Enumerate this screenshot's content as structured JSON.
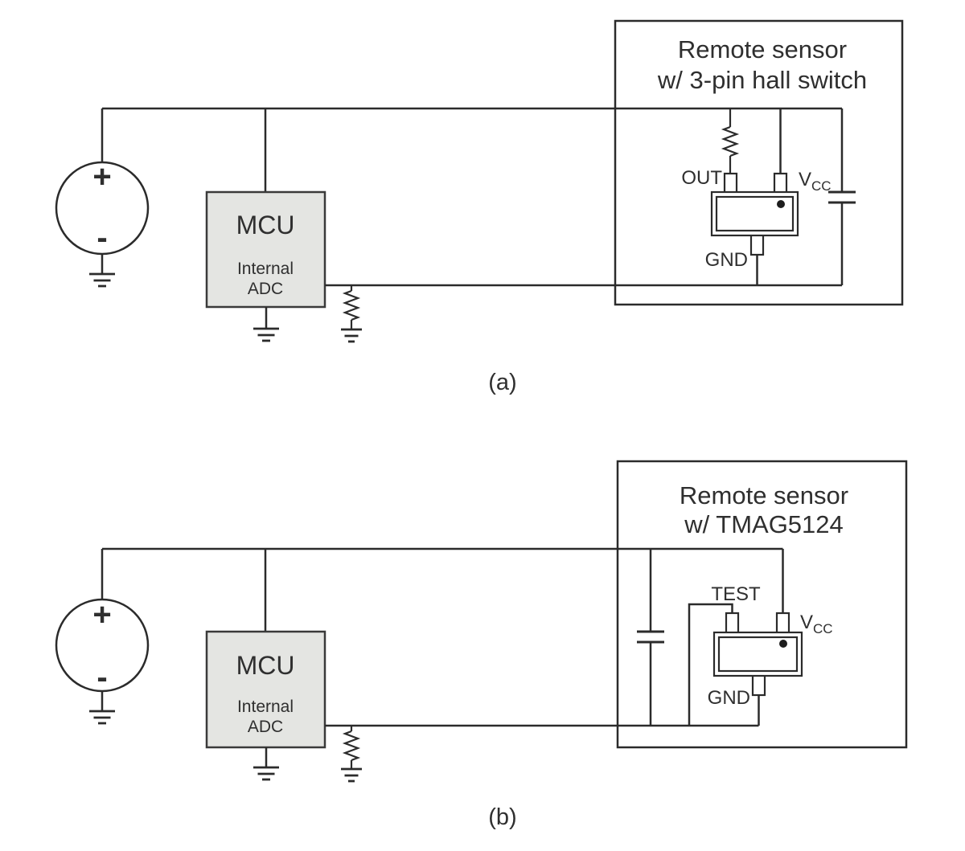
{
  "figure_a": {
    "caption": "(a)",
    "sensor_box": {
      "title_line1": "Remote sensor",
      "title_line2": "w/ 3-pin hall switch"
    },
    "mcu": {
      "name": "MCU",
      "detail_line1": "Internal",
      "detail_line2": "ADC"
    },
    "source": {
      "plus": "+",
      "minus": "-"
    },
    "pins": {
      "out": "OUT",
      "vcc_main": "V",
      "vcc_sub": "CC",
      "gnd": "GND"
    }
  },
  "figure_b": {
    "caption": "(b)",
    "sensor_box": {
      "title_line1": "Remote sensor",
      "title_line2": "w/ TMAG5124"
    },
    "mcu": {
      "name": "MCU",
      "detail_line1": "Internal",
      "detail_line2": "ADC"
    },
    "source": {
      "plus": "+",
      "minus": "-"
    },
    "pins": {
      "test": "TEST",
      "vcc_main": "V",
      "vcc_sub": "CC",
      "gnd": "GND"
    }
  },
  "colors": {
    "line": "#2b2b2b",
    "mcu_fill": "#e4e5e2",
    "background": "#ffffff"
  }
}
